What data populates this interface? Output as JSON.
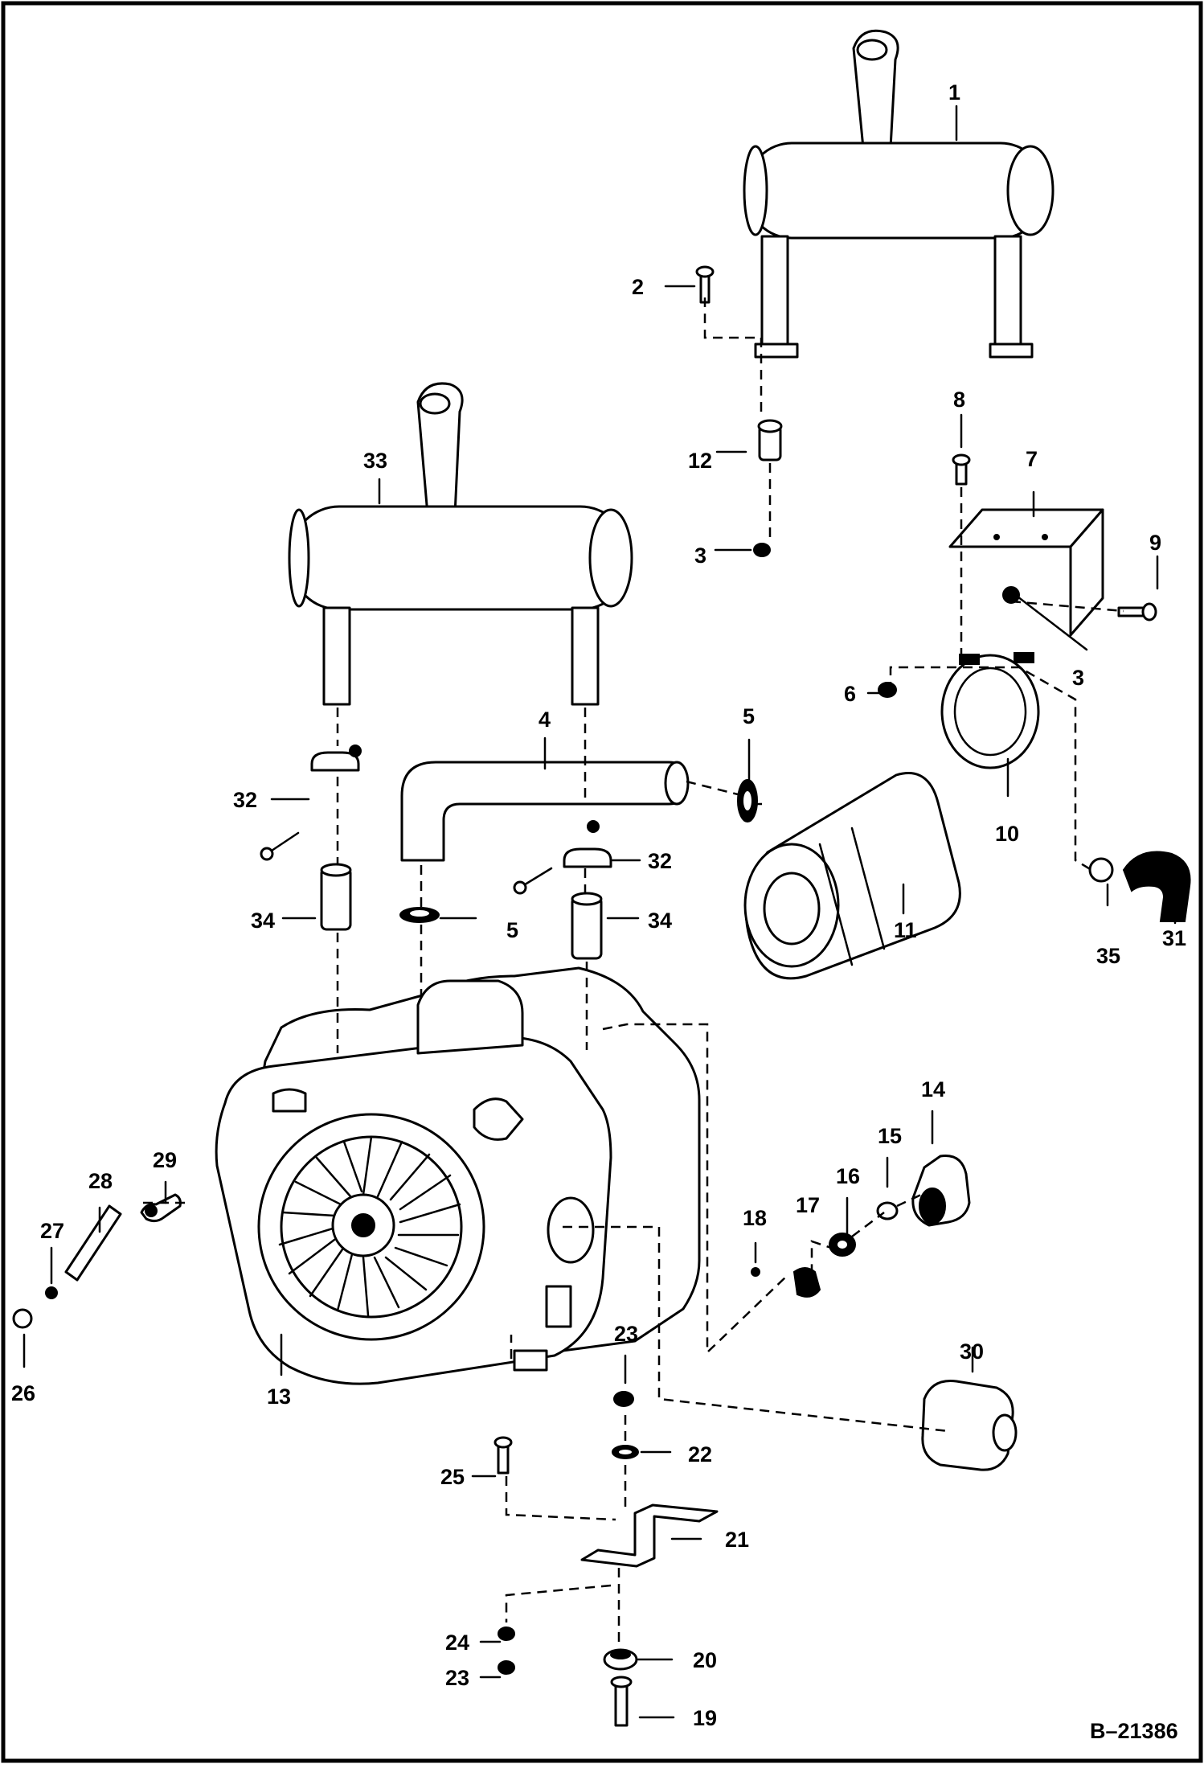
{
  "drawing_id": "B–21386",
  "callouts": {
    "c1": "1",
    "c2": "2",
    "c3a": "3",
    "c3b": "3",
    "c4": "4",
    "c5a": "5",
    "c5b": "5",
    "c6": "6",
    "c7": "7",
    "c8": "8",
    "c9": "9",
    "c10": "10",
    "c11": "11",
    "c12": "12",
    "c13": "13",
    "c14": "14",
    "c15": "15",
    "c16": "16",
    "c17": "17",
    "c18": "18",
    "c19": "19",
    "c20": "20",
    "c21": "21",
    "c22": "22",
    "c23a": "23",
    "c23b": "23",
    "c24": "24",
    "c25": "25",
    "c26": "26",
    "c27": "27",
    "c28": "28",
    "c29": "29",
    "c30": "30",
    "c31": "31",
    "c32a": "32",
    "c32b": "32",
    "c33": "33",
    "c34a": "34",
    "c34b": "34",
    "c35": "35"
  }
}
